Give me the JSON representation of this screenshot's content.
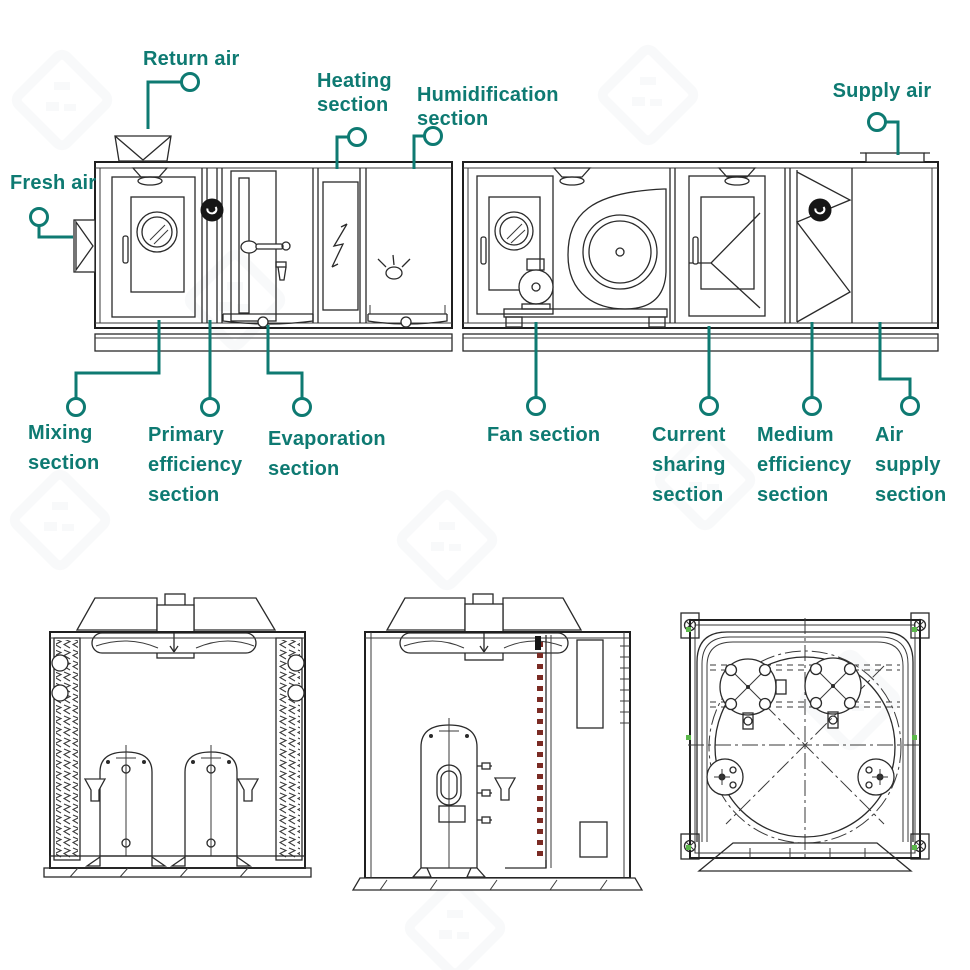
{
  "title": "Air handling unit sections diagram",
  "colors": {
    "accent": "#0e7a72",
    "line": "#2a2a2a",
    "coil_marks": "#7b2b24",
    "corner_dots": "#5bb84a",
    "filter_disc": "#161616",
    "background": "#ffffff"
  },
  "ahu": {
    "labels_top": {
      "fresh_air": "Fresh air",
      "return_air": "Return air",
      "heating": [
        "Heating",
        "section"
      ],
      "humidification": [
        "Humidification",
        "section"
      ],
      "supply_air": "Supply air"
    },
    "labels_bottom": {
      "mixing": [
        "Mixing",
        "section"
      ],
      "primary_efficiency": [
        "Primary",
        "efficiency",
        "section"
      ],
      "evaporation": [
        "Evaporation",
        "section"
      ],
      "fan": "Fan section",
      "current_sharing": [
        "Current",
        "sharing",
        "section"
      ],
      "medium_efficiency": [
        "Medium",
        "efficiency",
        "section"
      ],
      "air_supply": [
        "Air",
        "supply",
        "section"
      ]
    }
  }
}
